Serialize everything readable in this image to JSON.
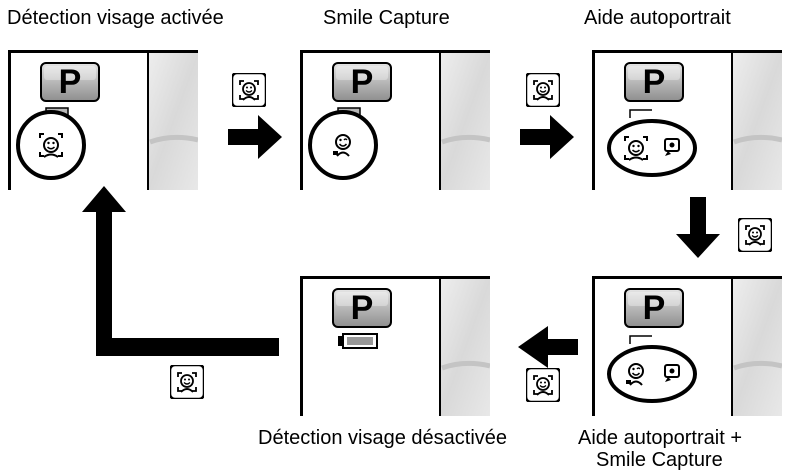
{
  "modes": [
    {
      "id": "detection-on",
      "label": "Détection visage activée"
    },
    {
      "id": "smile-capture",
      "label": "Smile Capture"
    },
    {
      "id": "selfie-aid",
      "label": "Aide autoportrait"
    },
    {
      "id": "selfie-smile",
      "label_line1": "Aide autoportrait +",
      "label_line2": "Smile Capture"
    },
    {
      "id": "detection-off",
      "label": "Détection visage désactivée"
    }
  ],
  "mode_icon_letter": "P",
  "button_icon": "face-detect-button-icon",
  "colors": {
    "ink": "#000000",
    "mode_icon_fill": "#b8b8b8",
    "paper": "#ffffff"
  }
}
